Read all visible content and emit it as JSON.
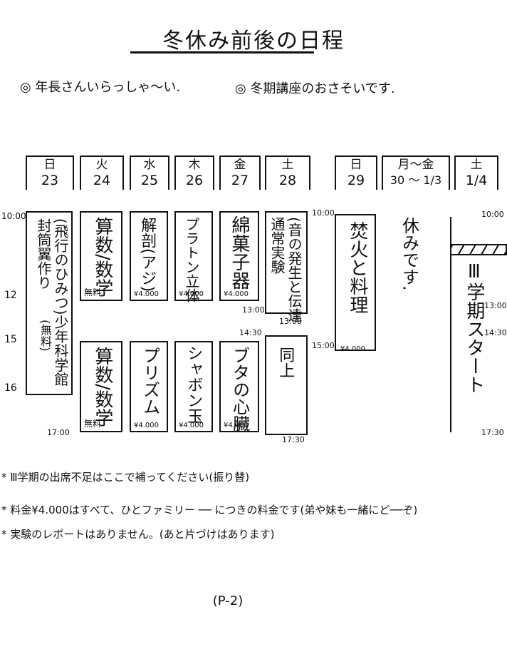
{
  "title": "冬休み前後の日程",
  "notes": {
    "left": "◎ 年長さんいらっしゃ〜い.",
    "right": "◎ 冬期講座のおさそいです."
  },
  "days": [
    {
      "name": "日",
      "num": "23"
    },
    {
      "name": "火",
      "num": "24"
    },
    {
      "name": "水",
      "num": "25"
    },
    {
      "name": "木",
      "num": "26"
    },
    {
      "name": "金",
      "num": "27"
    },
    {
      "name": "土",
      "num": "28"
    },
    {
      "name": "日",
      "num": "29"
    },
    {
      "name": "月〜金",
      "num": "30 〜 1/3"
    },
    {
      "name": "土",
      "num": "1/4"
    }
  ],
  "left_times": {
    "t1": "10:00",
    "t2": "12",
    "t3": "15",
    "t4": "16"
  },
  "events": {
    "day23": "(飛行のひみつ)少年科学館",
    "day23b": "封筒翼作り",
    "day23c": "(無料)",
    "day24_am": "算数/数学",
    "day24_am_price": "無料",
    "day25_am": "解剖(アジ)",
    "day25_am_price": "¥4.000",
    "day26_am": "プラトン立体",
    "day26_am_price": "¥4.000",
    "day27_am": "綿菓子器",
    "day27_am_price": "¥4.000",
    "day27_am_time": "13:00",
    "day28_am": "(音の発生と伝達",
    "day28_am2": "通常実験",
    "day28_am_time_start": "10:00",
    "day28_am_time_end": "13:00",
    "day29": "焚火と料理",
    "day29_price": "¥4.000",
    "day29_time_start": "10:00",
    "day29_time_end": "15:00",
    "holiday": "休みです.",
    "day24_pm": "算数/数学",
    "day24_pm_price": "無料",
    "day24_pm_time": "17:00",
    "day25_pm": "プリズム",
    "day25_pm_price": "¥4.000",
    "day26_pm": "シャボン玉",
    "day26_pm_price": "¥4.000",
    "day27_pm": "ブタの心臓",
    "day27_pm_price": "¥4.000",
    "day27_pm_time": "14:30",
    "day28_pm": "同上",
    "day28_pm_time": "17:30",
    "day14_label": "Ⅲ学期スタート",
    "day14_time1": "10:00",
    "day14_time2": "13:00",
    "day14_time3": "14:30",
    "day14_time4": "17:30"
  },
  "footnotes": [
    "* Ⅲ学期の出席不足はここで補ってください(振り替)",
    "* 料金¥4.000はすべて、ひとファミリー ── につきの料金です(弟や妹も一緒にど──ぞ)",
    "* 実験のレポートはありません。(あと片づけはあります)"
  ],
  "page_number": "(P-2)"
}
